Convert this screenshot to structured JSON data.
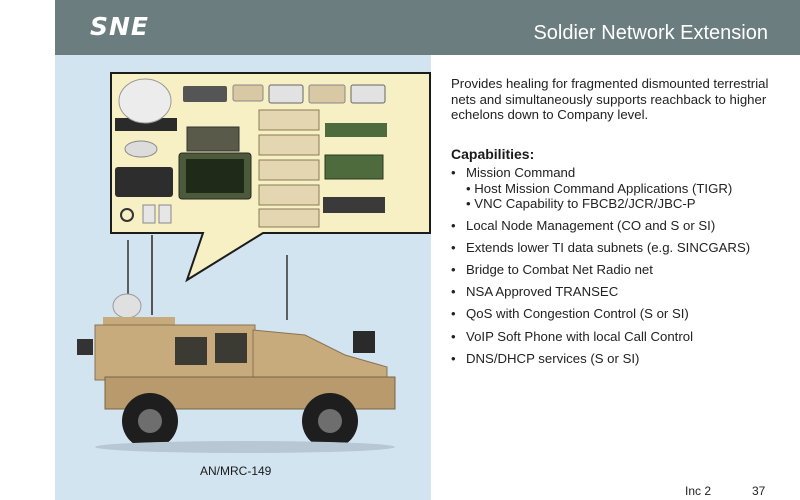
{
  "header": {
    "logo": "SNE",
    "title": "Soldier Network Extension"
  },
  "figure": {
    "caption": "AN/MRC-149"
  },
  "intro": "Provides healing for fragmented dismounted terrestrial nets and simultaneously supports reachback to higher echelons down to Company level.",
  "capabilities": {
    "heading": "Capabilities:",
    "items": [
      {
        "label": "Mission Command",
        "sub": [
          "Host Mission Command Applications (TIGR)",
          "VNC Capability to FBCB2/JCR/JBC-P"
        ]
      },
      {
        "label": "Local Node Management (CO and S or SI)"
      },
      {
        "label": "Extends lower TI data subnets (e.g. SINCGARS)"
      },
      {
        "label": "Bridge to Combat Net Radio net"
      },
      {
        "label": "NSA Approved TRANSEC"
      },
      {
        "label": "QoS with Congestion Control (S or SI)"
      },
      {
        "label": "VoIP Soft Phone with local Call Control"
      },
      {
        "label": "DNS/DHCP services (S or SI)"
      }
    ]
  },
  "footer": {
    "increment": "Inc 2",
    "page": "37"
  },
  "colors": {
    "header_bg": "#6c7d7f",
    "panel_bg": "#d3e4f1",
    "callout_bg": "#f7f0c4",
    "vehicle": "#c8ab7c"
  }
}
